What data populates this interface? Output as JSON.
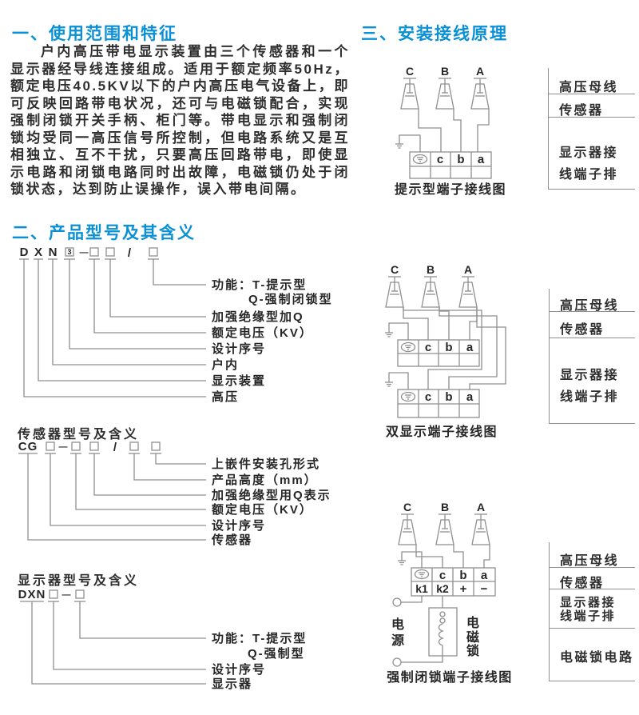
{
  "colors": {
    "accent": "#0a90d5",
    "text": "#2e2e2e",
    "line": "#8f8f8f"
  },
  "section1": {
    "title": "一、使用范围和特征",
    "body": "户内高压带电显示装置由三个传感器和一个显示器经导线连接组成。适用于额定频率50Hz，额定电压40.5KV以下的户内高压电气设备上，即可反映回路带电状况，还可与电磁锁配合，实现强制闭锁开关手柄、柜门等。带电显示和强制闭锁均受同一高压信号所控制，但电路系统又是互相独立、互不干扰，只要高压回路带电，即使显示电路和闭锁电路同时出故障，电磁锁仍处于闭锁状态，达到防止误操作，误入带电间隔。"
  },
  "section2": {
    "title": "二、产品型号及其含义",
    "sym": {
      "dash": "—",
      "slash": "/"
    },
    "dxn": {
      "chars": [
        "D",
        "X",
        "N"
      ],
      "seq": "3",
      "labels": [
        "功能：T-提示型",
        "Q-强制闭锁型",
        "加强绝缘型加Q",
        "额定电压（KV）",
        "设计序号",
        "户内",
        "显示装置",
        "高压"
      ]
    },
    "sensor": {
      "heading": "传感器型号及含义",
      "prefix": "CG",
      "labels": [
        "上嵌件安装孔形式",
        "产品高度（mm）",
        "加强绝缘型用Q表示",
        "额定电压（KV）",
        "设计序号",
        "传感器"
      ]
    },
    "display": {
      "heading": "显示器型号及含义",
      "prefix": "DXN",
      "labels": [
        "功能：T-提示型",
        "Q-强制型",
        "设计序号",
        "显示器"
      ]
    }
  },
  "section3": {
    "title": "三、安装接线原理",
    "phases": [
      "C",
      "B",
      "A"
    ],
    "terminals": [
      "c",
      "b",
      "a"
    ],
    "panel": {
      "bus": "高压母线",
      "sensor": "传感器",
      "strip1": "显示器接",
      "strip2": "线端子排",
      "lock": "电磁锁电路"
    },
    "d1": {
      "caption": "提示型端子接线图"
    },
    "d2": {
      "caption": "双显示端子接线图"
    },
    "d3": {
      "caption": "强制闭锁端子接线图",
      "row2": [
        "k1",
        "k2",
        "+",
        "−"
      ],
      "power": [
        "电",
        "源"
      ],
      "lock": [
        "电",
        "磁",
        "锁"
      ]
    }
  }
}
